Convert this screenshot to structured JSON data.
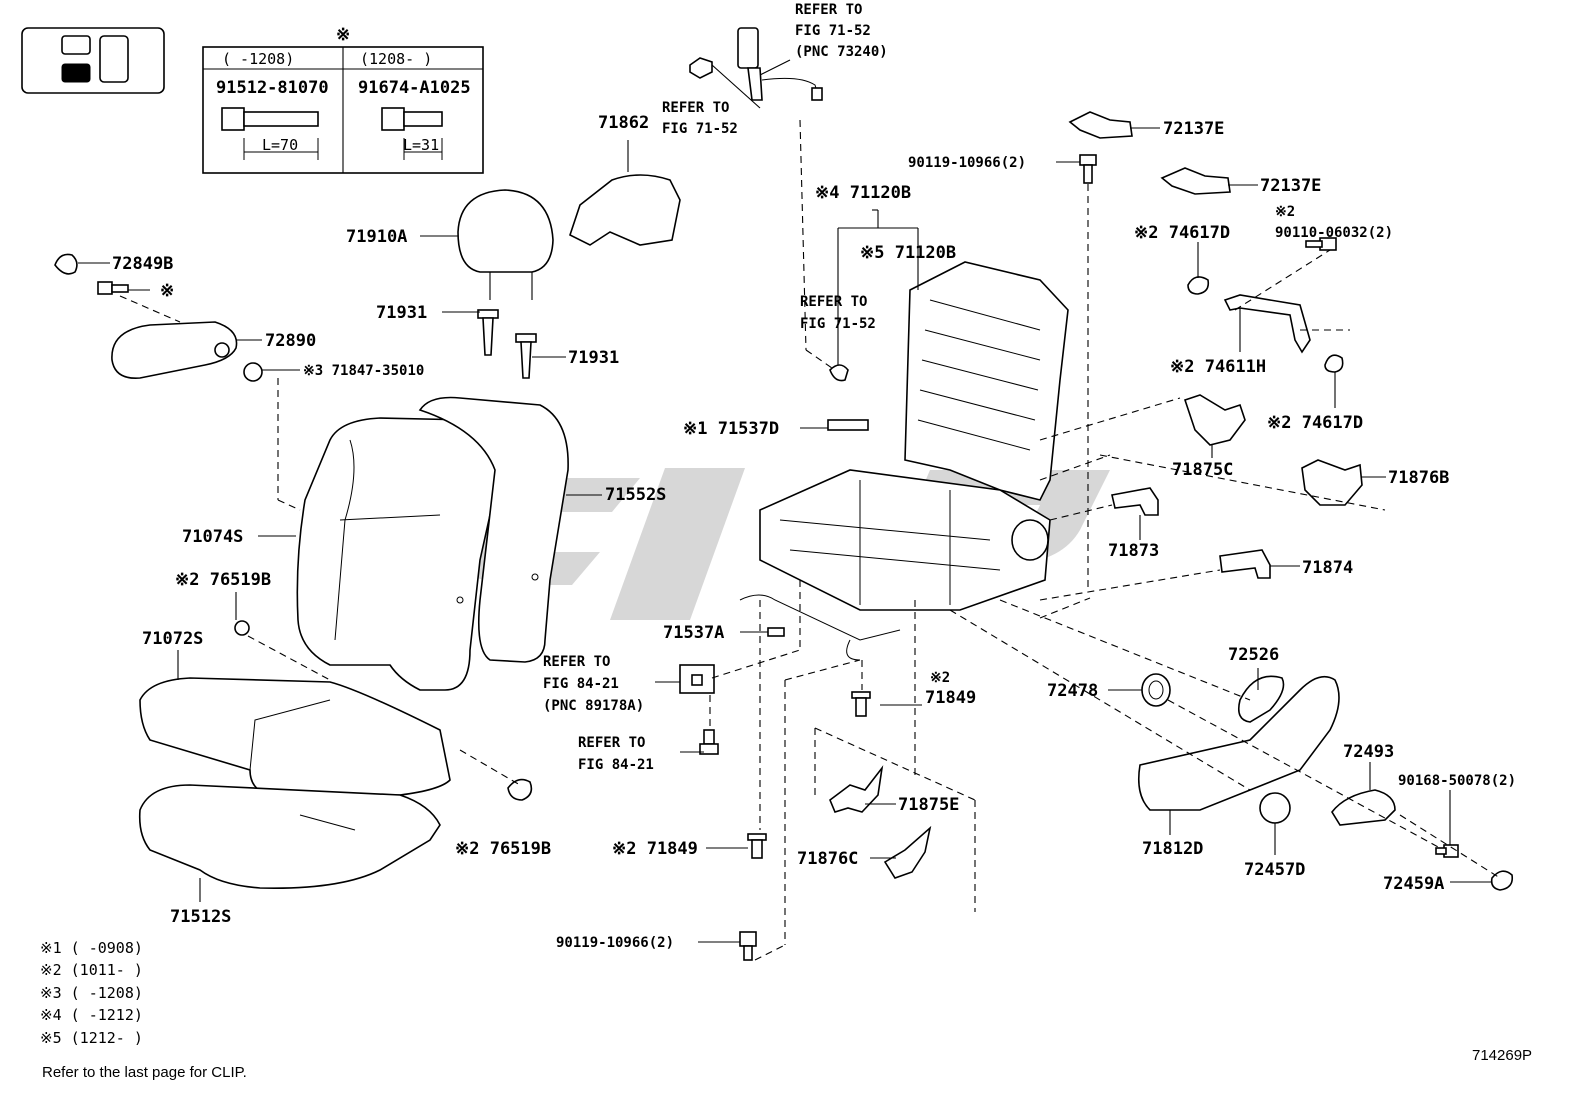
{
  "corner_table": {
    "mark": "※",
    "columns": [
      "(      -1208)",
      "(1208-      )"
    ],
    "parts": [
      "91512-81070",
      "91674-A1025"
    ],
    "lengths": [
      "L=70",
      "L=31"
    ]
  },
  "labels": {
    "refer_top": [
      "REFER TO",
      "FIG 71-52",
      "(PNC 73240)"
    ],
    "refer_7152_a": [
      "REFER TO",
      "FIG 71-52"
    ],
    "refer_7152_b": [
      "REFER TO",
      "FIG 71-52"
    ],
    "refer_8421_a": [
      "REFER TO",
      "FIG 84-21",
      "(PNC 89178A)"
    ],
    "refer_8421_b": [
      "REFER TO",
      "FIG 84-21"
    ],
    "p71862": "71862",
    "p71910A": "71910A",
    "p72849B": "72849B",
    "p72849B_mark": "※",
    "p72890": "72890",
    "p71847": "※3 71847-35010",
    "p71931a": "71931",
    "p71931b": "71931",
    "p71120B_4": "※4 71120B",
    "p71120B_5": "※5 71120B",
    "p90119_top": "90119-10966(2)",
    "p72137E_a": "72137E",
    "p72137E_b": "72137E",
    "p74617D_a": "※2 74617D",
    "p90110_mark": "※2",
    "p90110": "90110-06032(2)",
    "p74611H": "※2 74611H",
    "p74617D_b": "※2 74617D",
    "p71875C": "71875C",
    "p71876B": "71876B",
    "p71873": "71873",
    "p71874": "71874",
    "p71537D": "※1 71537D",
    "p71552S": "71552S",
    "p71074S": "71074S",
    "p76519B_a": "※2 76519B",
    "p71072S": "71072S",
    "p71537A": "71537A",
    "p71849_mark": "※2",
    "p71849_a": "71849",
    "p72526": "72526",
    "p72478": "72478",
    "p72493": "72493",
    "p90168": "90168-50078(2)",
    "p71875E": "71875E",
    "p76519B_b": "※2 76519B",
    "p71849_b": "※2 71849",
    "p71812D": "71812D",
    "p72457D": "72457D",
    "p72459A": "72459A",
    "p71876C": "71876C",
    "p71512S": "71512S",
    "p90119_bottom": "90119-10966(2)"
  },
  "notes": [
    "※1 (      -0908)",
    "※2 (1011-      )",
    "※3 (      -1208)",
    "※4 (      -1212)",
    "※5 (1212-      )"
  ],
  "footer": "Refer to the last page for CLIP.",
  "fig_code": "714269P"
}
